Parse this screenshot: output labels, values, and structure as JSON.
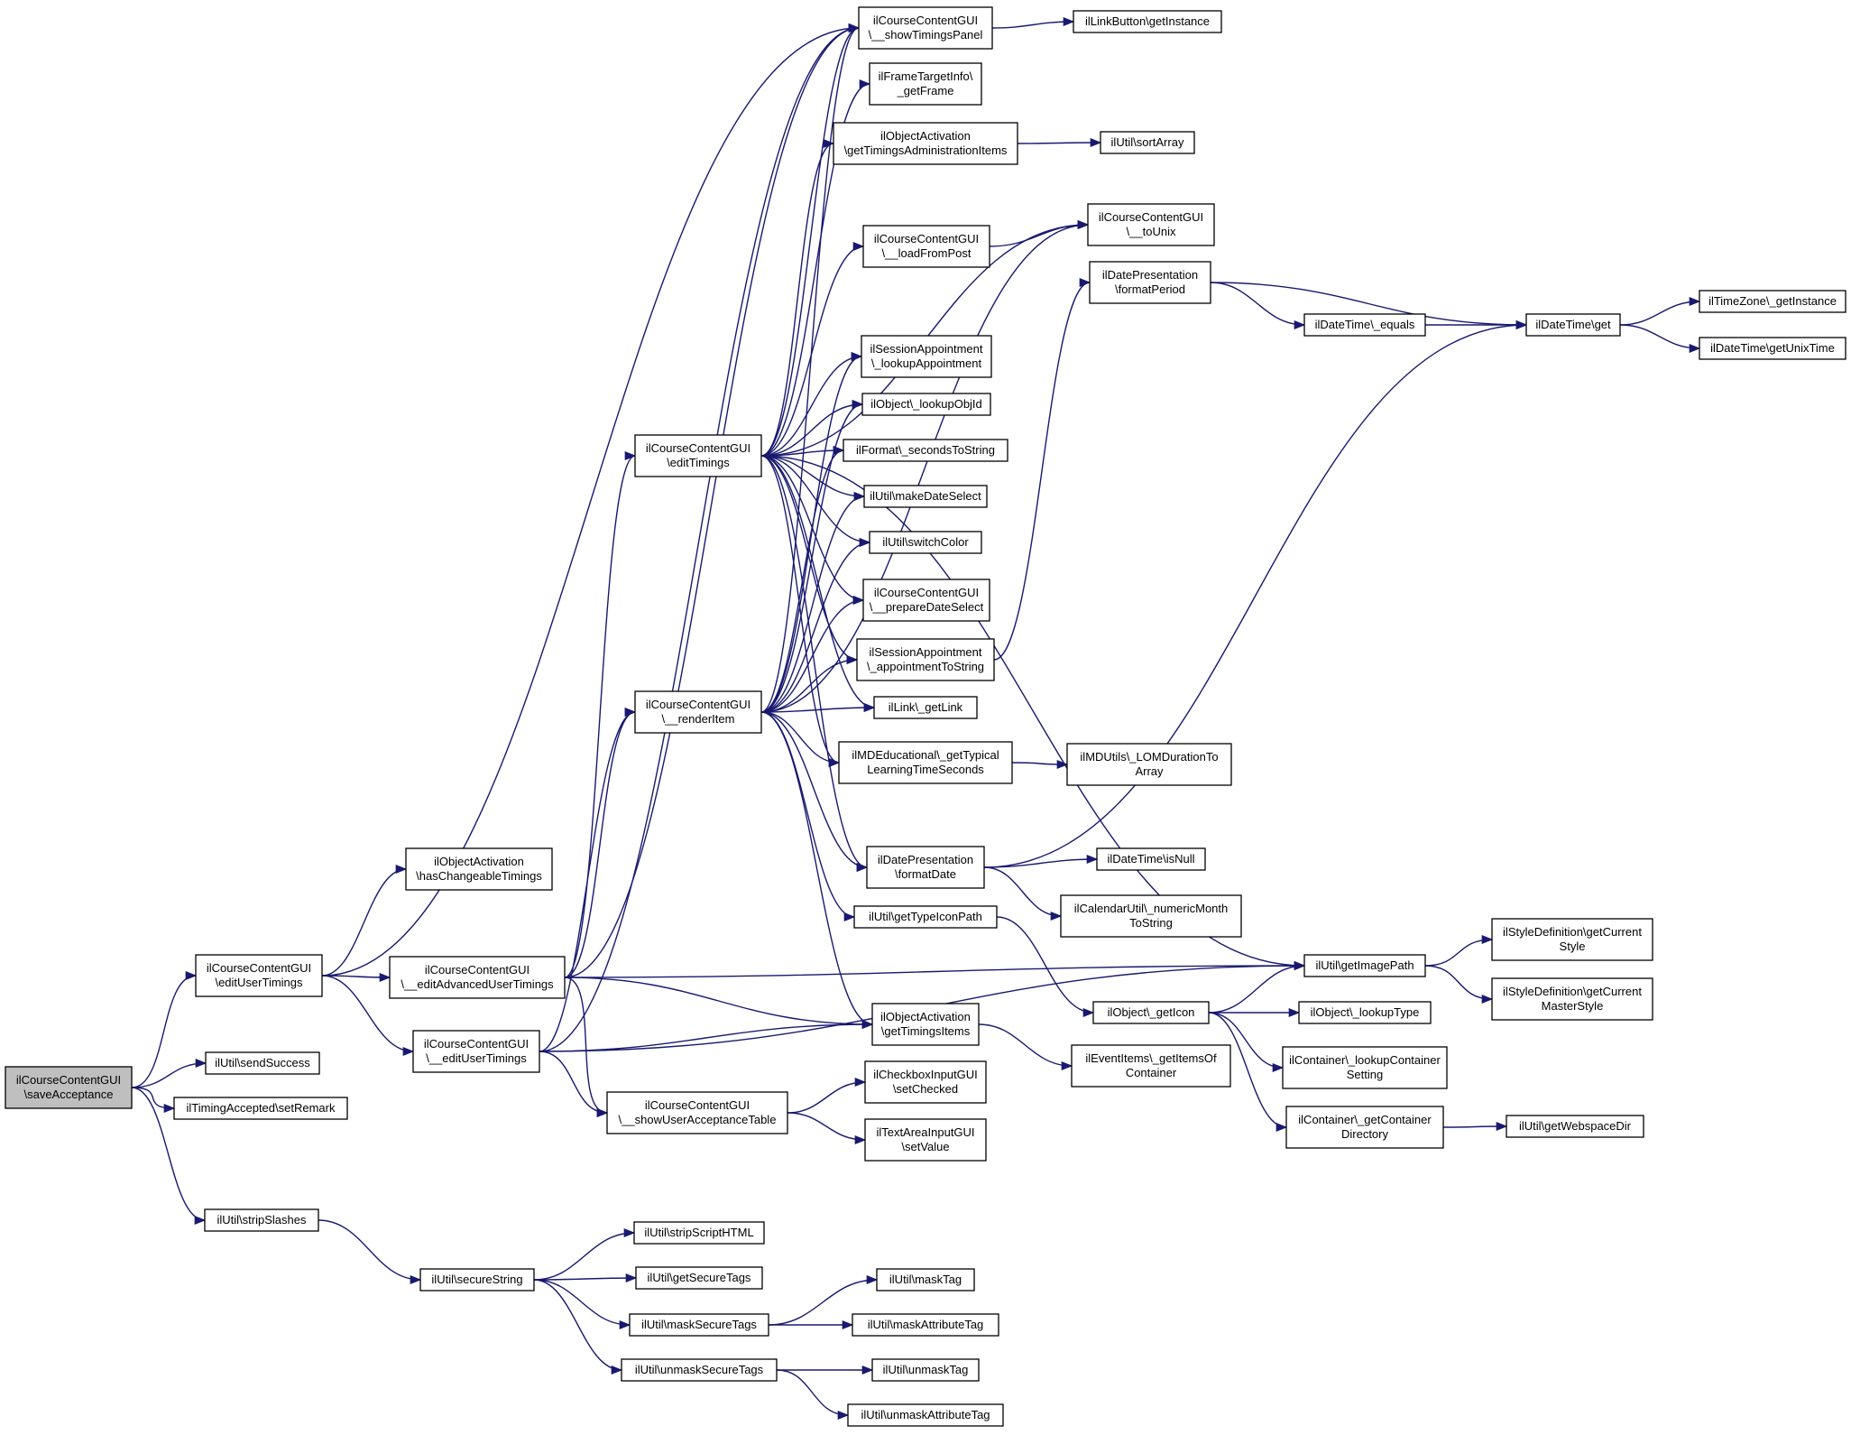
{
  "diagram": {
    "nodes": [
      {
        "id": "saveAcceptance",
        "lines": [
          "ilCourseContentGUI",
          "\\saveAcceptance"
        ],
        "root": true
      },
      {
        "id": "editUserTimings",
        "lines": [
          "ilCourseContentGUI",
          "\\editUserTimings"
        ]
      },
      {
        "id": "sendSuccess",
        "lines": [
          "ilUtil\\sendSuccess"
        ]
      },
      {
        "id": "setRemark",
        "lines": [
          "ilTimingAccepted\\setRemark"
        ]
      },
      {
        "id": "stripSlashes",
        "lines": [
          "ilUtil\\stripSlashes"
        ]
      },
      {
        "id": "hasChangeableTimings",
        "lines": [
          "ilObjectActivation",
          "\\hasChangeableTimings"
        ]
      },
      {
        "id": "editAdvancedUserTimings",
        "lines": [
          "ilCourseContentGUI",
          "\\__editAdvancedUserTimings"
        ]
      },
      {
        "id": "__editUserTimings",
        "lines": [
          "ilCourseContentGUI",
          "\\__editUserTimings"
        ]
      },
      {
        "id": "secureString",
        "lines": [
          "ilUtil\\secureString"
        ]
      },
      {
        "id": "editTimings",
        "lines": [
          "ilCourseContentGUI",
          "\\editTimings"
        ]
      },
      {
        "id": "renderItem",
        "lines": [
          "ilCourseContentGUI",
          "\\__renderItem"
        ]
      },
      {
        "id": "showUserAcceptanceTable",
        "lines": [
          "ilCourseContentGUI",
          "\\__showUserAcceptanceTable"
        ]
      },
      {
        "id": "stripScriptHTML",
        "lines": [
          "ilUtil\\stripScriptHTML"
        ]
      },
      {
        "id": "getSecureTags",
        "lines": [
          "ilUtil\\getSecureTags"
        ]
      },
      {
        "id": "maskSecureTags",
        "lines": [
          "ilUtil\\maskSecureTags"
        ]
      },
      {
        "id": "unmaskSecureTags",
        "lines": [
          "ilUtil\\unmaskSecureTags"
        ]
      },
      {
        "id": "showTimingsPanel",
        "lines": [
          "ilCourseContentGUI",
          "\\__showTimingsPanel"
        ]
      },
      {
        "id": "getFrame",
        "lines": [
          "ilFrameTargetInfo\\",
          "_getFrame"
        ]
      },
      {
        "id": "getTimingsAdministrationItems",
        "lines": [
          "ilObjectActivation",
          "\\getTimingsAdministrationItems"
        ]
      },
      {
        "id": "loadFromPost",
        "lines": [
          "ilCourseContentGUI",
          "\\__loadFromPost"
        ]
      },
      {
        "id": "lookupAppointment",
        "lines": [
          "ilSessionAppointment",
          "\\_lookupAppointment"
        ]
      },
      {
        "id": "lookupObjId",
        "lines": [
          "ilObject\\_lookupObjId"
        ]
      },
      {
        "id": "secondsToString",
        "lines": [
          "ilFormat\\_secondsToString"
        ]
      },
      {
        "id": "makeDateSelect",
        "lines": [
          "ilUtil\\makeDateSelect"
        ]
      },
      {
        "id": "switchColor",
        "lines": [
          "ilUtil\\switchColor"
        ]
      },
      {
        "id": "prepareDateSelect",
        "lines": [
          "ilCourseContentGUI",
          "\\__prepareDateSelect"
        ]
      },
      {
        "id": "appointmentToString",
        "lines": [
          "ilSessionAppointment",
          "\\_appointmentToString"
        ]
      },
      {
        "id": "getLink",
        "lines": [
          "ilLink\\_getLink"
        ]
      },
      {
        "id": "getTypicalLearningTime",
        "lines": [
          "ilMDEducational\\_getTypical",
          "LearningTimeSeconds"
        ]
      },
      {
        "id": "formatDate",
        "lines": [
          "ilDatePresentation",
          "\\formatDate"
        ]
      },
      {
        "id": "getTypeIconPath",
        "lines": [
          "ilUtil\\getTypeIconPath"
        ]
      },
      {
        "id": "getTimingsItems",
        "lines": [
          "ilObjectActivation",
          "\\getTimingsItems"
        ]
      },
      {
        "id": "setChecked",
        "lines": [
          "ilCheckboxInputGUI",
          "\\setChecked"
        ]
      },
      {
        "id": "setValue",
        "lines": [
          "ilTextAreaInputGUI",
          "\\setValue"
        ]
      },
      {
        "id": "maskTag",
        "lines": [
          "ilUtil\\maskTag"
        ]
      },
      {
        "id": "maskAttributeTag",
        "lines": [
          "ilUtil\\maskAttributeTag"
        ]
      },
      {
        "id": "unmaskTag",
        "lines": [
          "ilUtil\\unmaskTag"
        ]
      },
      {
        "id": "unmaskAttributeTag",
        "lines": [
          "ilUtil\\unmaskAttributeTag"
        ]
      },
      {
        "id": "getInstanceLink",
        "lines": [
          "ilLinkButton\\getInstance"
        ]
      },
      {
        "id": "sortArray",
        "lines": [
          "ilUtil\\sortArray"
        ]
      },
      {
        "id": "toUnix",
        "lines": [
          "ilCourseContentGUI",
          "\\__toUnix"
        ]
      },
      {
        "id": "formatPeriod",
        "lines": [
          "ilDatePresentation",
          "\\formatPeriod"
        ]
      },
      {
        "id": "LOMDuration",
        "lines": [
          "ilMDUtils\\_LOMDurationTo",
          "Array"
        ]
      },
      {
        "id": "isNull",
        "lines": [
          "ilDateTime\\isNull"
        ]
      },
      {
        "id": "numericMonth",
        "lines": [
          "ilCalendarUtil\\_numericMonth",
          "ToString"
        ]
      },
      {
        "id": "getImagePath",
        "lines": [
          "ilUtil\\getImagePath"
        ]
      },
      {
        "id": "getIcon",
        "lines": [
          "ilObject\\_getIcon"
        ]
      },
      {
        "id": "getItemsOfContainer",
        "lines": [
          "ilEventItems\\_getItemsOf",
          "Container"
        ]
      },
      {
        "id": "equals",
        "lines": [
          "ilDateTime\\_equals"
        ]
      },
      {
        "id": "dtGet",
        "lines": [
          "ilDateTime\\get"
        ]
      },
      {
        "id": "lookupType",
        "lines": [
          "ilObject\\_lookupType"
        ]
      },
      {
        "id": "lookupContainerSetting",
        "lines": [
          "ilContainer\\_lookupContainer",
          "Setting"
        ]
      },
      {
        "id": "getContainerDirectory",
        "lines": [
          "ilContainer\\_getContainer",
          "Directory"
        ]
      },
      {
        "id": "getCurrentStyle",
        "lines": [
          "ilStyleDefinition\\getCurrent",
          "Style"
        ]
      },
      {
        "id": "getCurrentMasterStyle",
        "lines": [
          "ilStyleDefinition\\getCurrent",
          "MasterStyle"
        ]
      },
      {
        "id": "tzGetInstance",
        "lines": [
          "ilTimeZone\\_getInstance"
        ]
      },
      {
        "id": "getUnixTime",
        "lines": [
          "ilDateTime\\getUnixTime"
        ]
      },
      {
        "id": "getWebspaceDir",
        "lines": [
          "ilUtil\\getWebspaceDir"
        ]
      }
    ],
    "edges": [
      [
        "saveAcceptance",
        "editUserTimings"
      ],
      [
        "saveAcceptance",
        "sendSuccess"
      ],
      [
        "saveAcceptance",
        "setRemark"
      ],
      [
        "saveAcceptance",
        "stripSlashes"
      ],
      [
        "editUserTimings",
        "hasChangeableTimings"
      ],
      [
        "editUserTimings",
        "editAdvancedUserTimings"
      ],
      [
        "editUserTimings",
        "__editUserTimings"
      ],
      [
        "editUserTimings",
        "showTimingsPanel"
      ],
      [
        "editAdvancedUserTimings",
        "showTimingsPanel"
      ],
      [
        "editAdvancedUserTimings",
        "editTimings"
      ],
      [
        "editAdvancedUserTimings",
        "renderItem"
      ],
      [
        "editAdvancedUserTimings",
        "getImagePath"
      ],
      [
        "editAdvancedUserTimings",
        "getTimingsItems"
      ],
      [
        "editAdvancedUserTimings",
        "showUserAcceptanceTable"
      ],
      [
        "__editUserTimings",
        "showTimingsPanel"
      ],
      [
        "__editUserTimings",
        "renderItem"
      ],
      [
        "__editUserTimings",
        "getTimingsItems"
      ],
      [
        "__editUserTimings",
        "showUserAcceptanceTable"
      ],
      [
        "__editUserTimings",
        "getImagePath"
      ],
      [
        "stripSlashes",
        "secureString"
      ],
      [
        "secureString",
        "stripScriptHTML"
      ],
      [
        "secureString",
        "getSecureTags"
      ],
      [
        "secureString",
        "maskSecureTags"
      ],
      [
        "secureString",
        "unmaskSecureTags"
      ],
      [
        "maskSecureTags",
        "maskTag"
      ],
      [
        "maskSecureTags",
        "maskAttributeTag"
      ],
      [
        "unmaskSecureTags",
        "unmaskTag"
      ],
      [
        "unmaskSecureTags",
        "unmaskAttributeTag"
      ],
      [
        "showUserAcceptanceTable",
        "setChecked"
      ],
      [
        "showUserAcceptanceTable",
        "setValue"
      ],
      [
        "editTimings",
        "showTimingsPanel"
      ],
      [
        "editTimings",
        "getFrame"
      ],
      [
        "editTimings",
        "getTimingsAdministrationItems"
      ],
      [
        "editTimings",
        "toUnix"
      ],
      [
        "editTimings",
        "loadFromPost"
      ],
      [
        "editTimings",
        "lookupAppointment"
      ],
      [
        "editTimings",
        "lookupObjId"
      ],
      [
        "editTimings",
        "secondsToString"
      ],
      [
        "editTimings",
        "makeDateSelect"
      ],
      [
        "editTimings",
        "switchColor"
      ],
      [
        "editTimings",
        "prepareDateSelect"
      ],
      [
        "editTimings",
        "appointmentToString"
      ],
      [
        "editTimings",
        "getLink"
      ],
      [
        "editTimings",
        "getTypicalLearningTime"
      ],
      [
        "editTimings",
        "formatDate"
      ],
      [
        "editTimings",
        "getImagePath"
      ],
      [
        "renderItem",
        "showTimingsPanel"
      ],
      [
        "renderItem",
        "lookupAppointment"
      ],
      [
        "renderItem",
        "lookupObjId"
      ],
      [
        "renderItem",
        "secondsToString"
      ],
      [
        "renderItem",
        "makeDateSelect"
      ],
      [
        "renderItem",
        "switchColor"
      ],
      [
        "renderItem",
        "prepareDateSelect"
      ],
      [
        "renderItem",
        "appointmentToString"
      ],
      [
        "renderItem",
        "getLink"
      ],
      [
        "renderItem",
        "getTypicalLearningTime"
      ],
      [
        "renderItem",
        "formatDate"
      ],
      [
        "renderItem",
        "getTypeIconPath"
      ],
      [
        "renderItem",
        "getTimingsItems"
      ],
      [
        "renderItem",
        "toUnix"
      ],
      [
        "showTimingsPanel",
        "getInstanceLink"
      ],
      [
        "getTimingsAdministrationItems",
        "sortArray"
      ],
      [
        "loadFromPost",
        "toUnix"
      ],
      [
        "appointmentToString",
        "formatPeriod"
      ],
      [
        "getTypicalLearningTime",
        "LOMDuration"
      ],
      [
        "formatDate",
        "isNull"
      ],
      [
        "formatDate",
        "numericMonth"
      ],
      [
        "formatDate",
        "dtGet"
      ],
      [
        "getTypeIconPath",
        "getIcon"
      ],
      [
        "getTimingsItems",
        "getItemsOfContainer"
      ],
      [
        "formatPeriod",
        "equals"
      ],
      [
        "formatPeriod",
        "dtGet"
      ],
      [
        "equals",
        "dtGet"
      ],
      [
        "dtGet",
        "tzGetInstance"
      ],
      [
        "dtGet",
        "getUnixTime"
      ],
      [
        "getIcon",
        "getImagePath"
      ],
      [
        "getIcon",
        "lookupType"
      ],
      [
        "getIcon",
        "lookupContainerSetting"
      ],
      [
        "getIcon",
        "getContainerDirectory"
      ],
      [
        "getContainerDirectory",
        "getWebspaceDir"
      ],
      [
        "getImagePath",
        "getCurrentStyle"
      ],
      [
        "getImagePath",
        "getCurrentMasterStyle"
      ]
    ]
  }
}
